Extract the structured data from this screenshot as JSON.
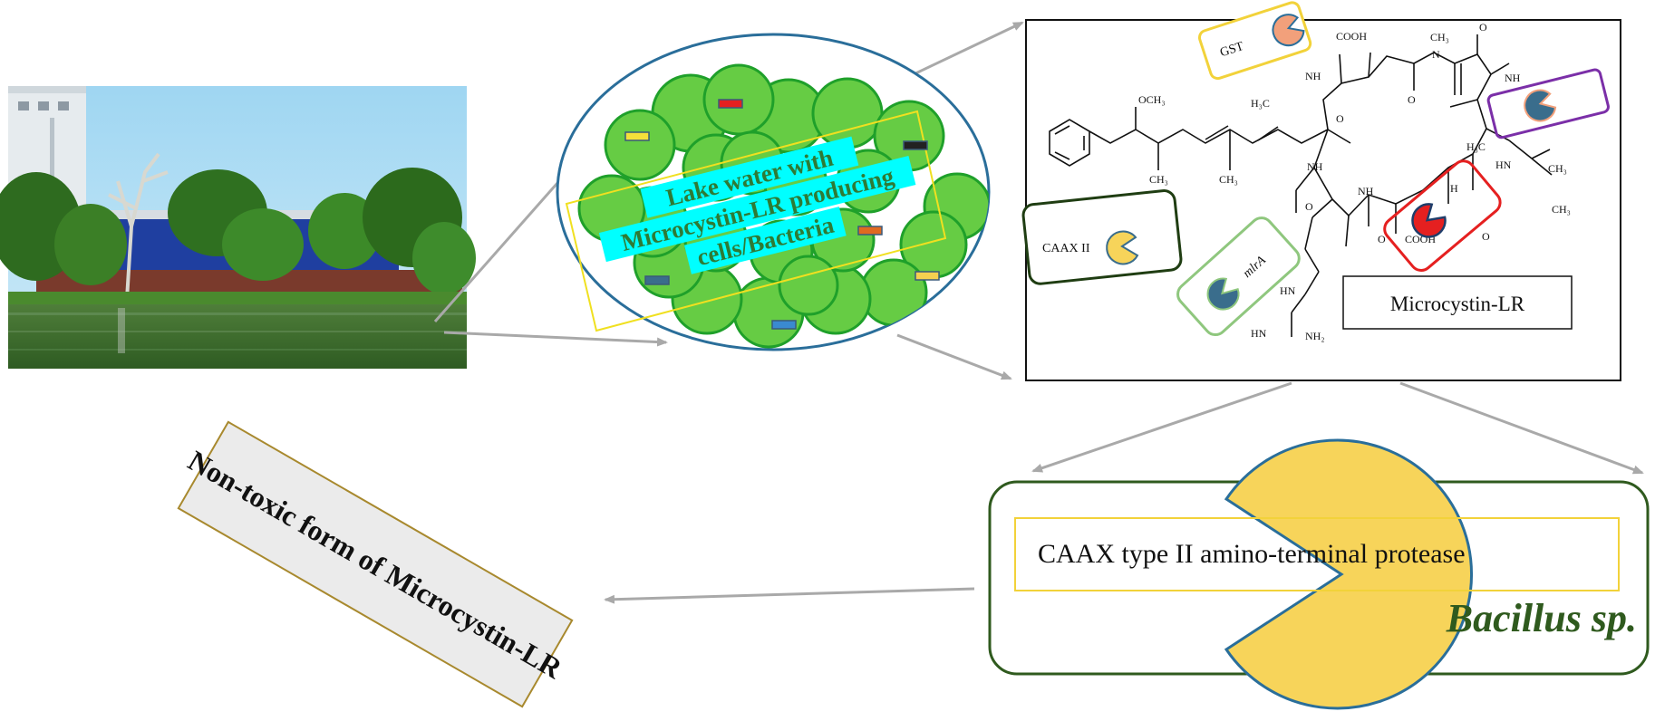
{
  "diagram": {
    "lake_text": {
      "line1": "Lake water with",
      "line2": "Microcystin-LR producing",
      "line3": "cells/Bacteria"
    },
    "structure_label": "Microcystin-LR",
    "enzymes": {
      "gst": "GST",
      "caax": "CAAX II",
      "mlra": "mlrA"
    },
    "groups": {
      "ch3": "CH₃",
      "och3": "OCH₃",
      "h3c": "H₃C",
      "cooh": "COOH",
      "nh": "NH",
      "hn": "HN",
      "n": "N",
      "h": "H",
      "o": "O",
      "nh2": "NH₂"
    },
    "protease_label": "CAAX type II amino-terminal protease",
    "organism_label": "Bacillus sp.",
    "product_label": "Non-toxic form of Microcystin-LR",
    "colors": {
      "cell_fill": "#66cc44",
      "cell_stroke": "#1fa02a",
      "cyan_highlight": "#00ffff",
      "pacman_yellow": "#f7d45a",
      "arrow_gray": "#a9a9a9",
      "dark_green": "#2f5a1e",
      "red": "#e52020",
      "purple": "#7b2fa8",
      "orange_pacman": "#f2a07b",
      "blue_pacman": "#3a6d8c",
      "light_green_border": "#8fc77e"
    }
  }
}
